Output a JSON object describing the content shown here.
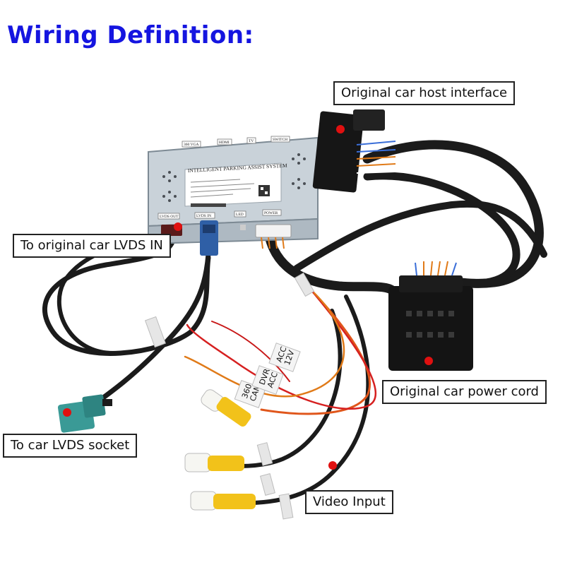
{
  "title": "Wiring Definition:",
  "callouts": {
    "host_interface": "Original car host interface",
    "lvds_in": "To original car LVDS IN",
    "power_cord": "Original car power cord",
    "lvds_socket": "To car LVDS socket",
    "video_input": "Video Input"
  },
  "module": {
    "heading": "INTELLIGENT PARKING ASSIST SYSTEM",
    "top_ports": [
      "360 VGA",
      "HDMI",
      "TV",
      "SWITCH"
    ],
    "bottom_ports": [
      "LVDS OUT",
      "LVDS IN",
      "LED",
      "POWER"
    ]
  },
  "wire_tags": {
    "cam360": [
      "360",
      "CAM"
    ],
    "dvr_acc": [
      "DVR",
      "ACC"
    ],
    "acc_12v": [
      "ACC",
      "12V"
    ]
  },
  "colors": {
    "title": "#1515e0",
    "marker": "#e01010",
    "cable": "#1b1b1b",
    "fakra": "#3a9a96",
    "lvds_blue": "#2f5fa6",
    "rca_yellow": "#f2c21a",
    "module_body": "#c9d2d9"
  }
}
